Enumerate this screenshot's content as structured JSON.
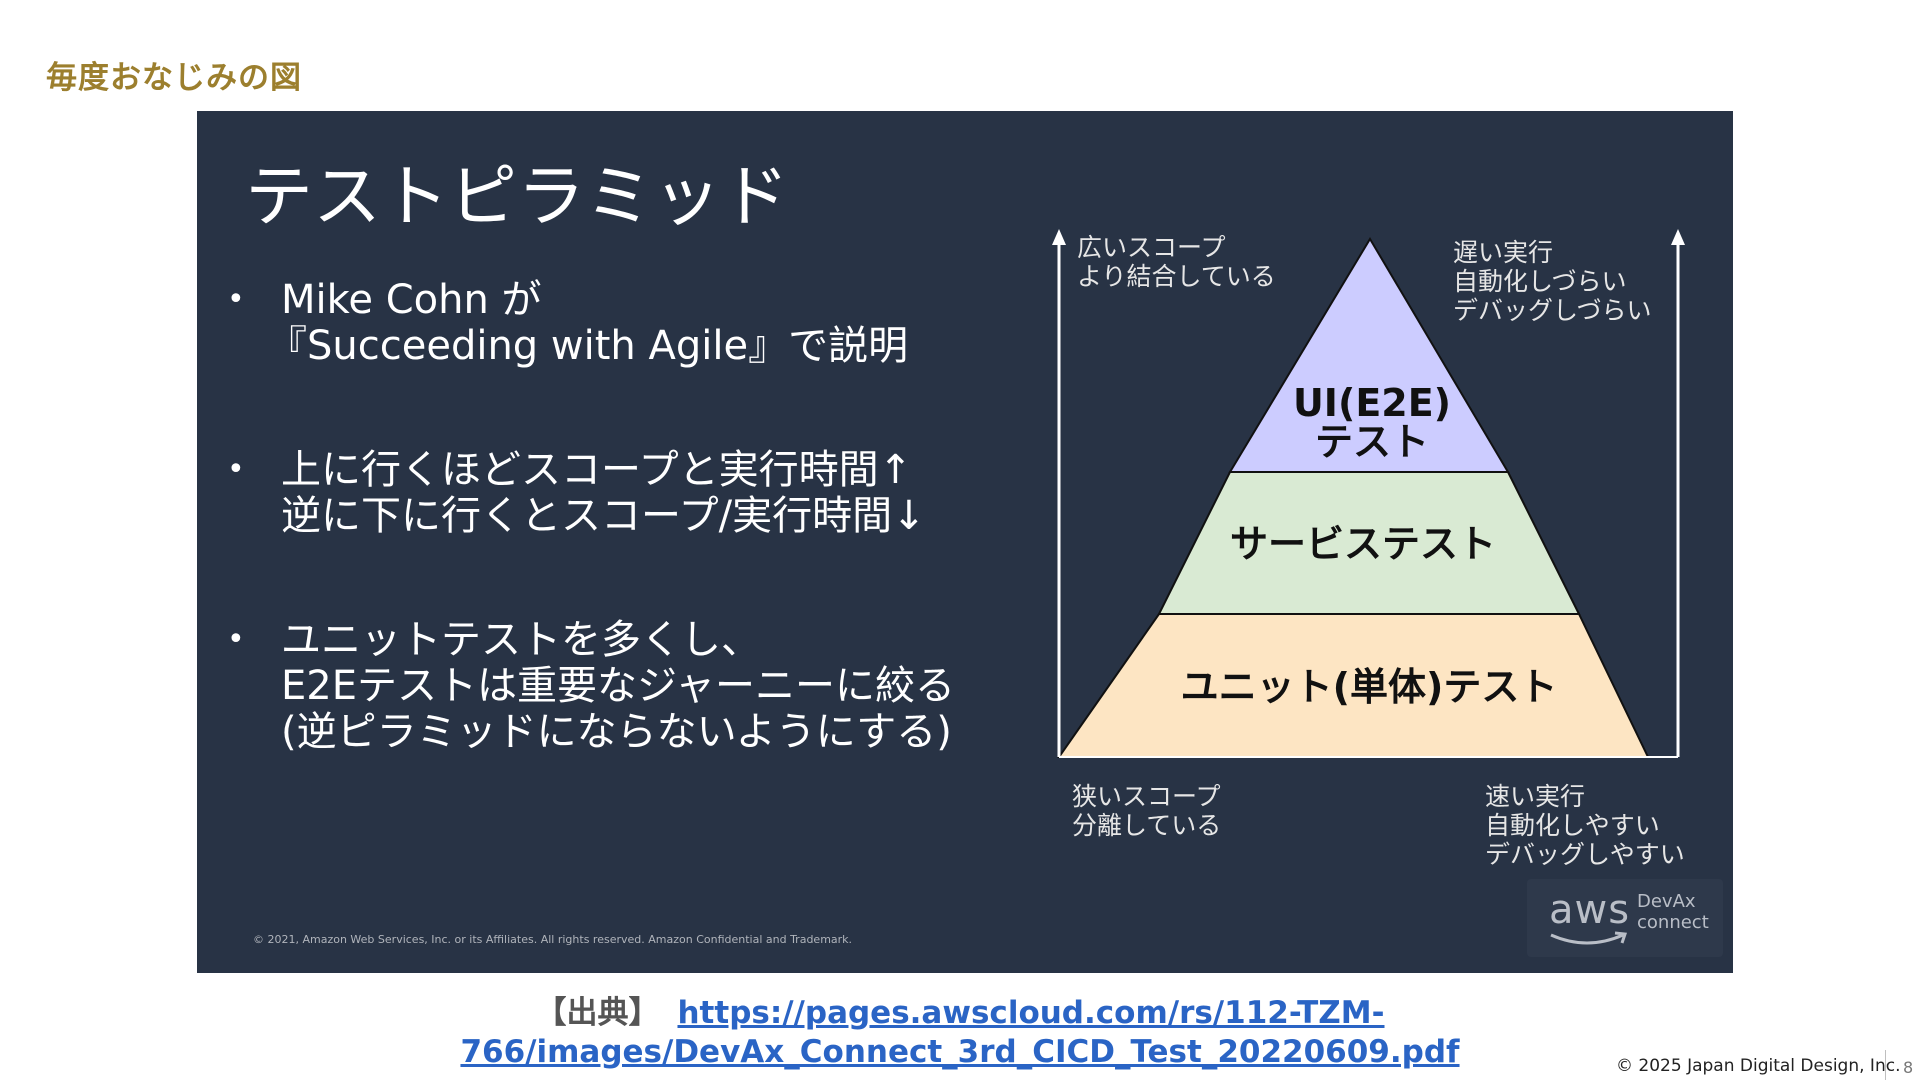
{
  "page": {
    "heading": "毎度おなじみの図"
  },
  "slide": {
    "title": "テストピラミッド",
    "bullets": [
      {
        "lines": [
          "Mike Cohn が",
          "『Succeeding with Agile』で説明"
        ]
      },
      {
        "lines": [
          "上に行くほどスコープと実行時間↑",
          "逆に下に行くとスコープ/実行時間↓"
        ]
      },
      {
        "lines": [
          "ユニットテストを多くし、",
          "E2Eテストは重要なジャーニーに絞る",
          "(逆ピラミッドにならないようにする)"
        ]
      }
    ],
    "pyramid": {
      "layers": [
        {
          "lines": [
            "UI(E2E)",
            "テスト"
          ],
          "color": "#ccccff"
        },
        {
          "lines": [
            "サービステスト"
          ],
          "color": "#d9ead3"
        },
        {
          "lines": [
            "ユニット(単体)テスト"
          ],
          "color": "#fde5c3"
        }
      ],
      "top_left": [
        "広いスコープ",
        "より結合している"
      ],
      "top_right": [
        "遅い実行",
        "自動化しづらい",
        "デバッグしづらい"
      ],
      "bottom_left": [
        "狭いスコープ",
        "分離している"
      ],
      "bottom_right": [
        "速い実行",
        "自動化しやすい",
        "デバッグしやすい"
      ]
    },
    "copyright": "© 2021, Amazon Web Services, Inc. or its Affiliates. All rights reserved. Amazon Confidential and Trademark.",
    "logo": {
      "word": "aws",
      "line1": "DevAx",
      "line2": "connect"
    },
    "background_color": "#283345"
  },
  "source": {
    "label": "【出典】",
    "link_line1": "https://pages.awscloud.com/rs/112-TZM-",
    "link_line2": "766/images/DevAx_Connect_3rd_CICD_Test_20220609.pdf"
  },
  "footer": {
    "copyright": "© 2025 Japan Digital Design, Inc.",
    "page_number": "8"
  },
  "colors": {
    "heading": "#9c7f2e",
    "link": "#2a64c5"
  }
}
